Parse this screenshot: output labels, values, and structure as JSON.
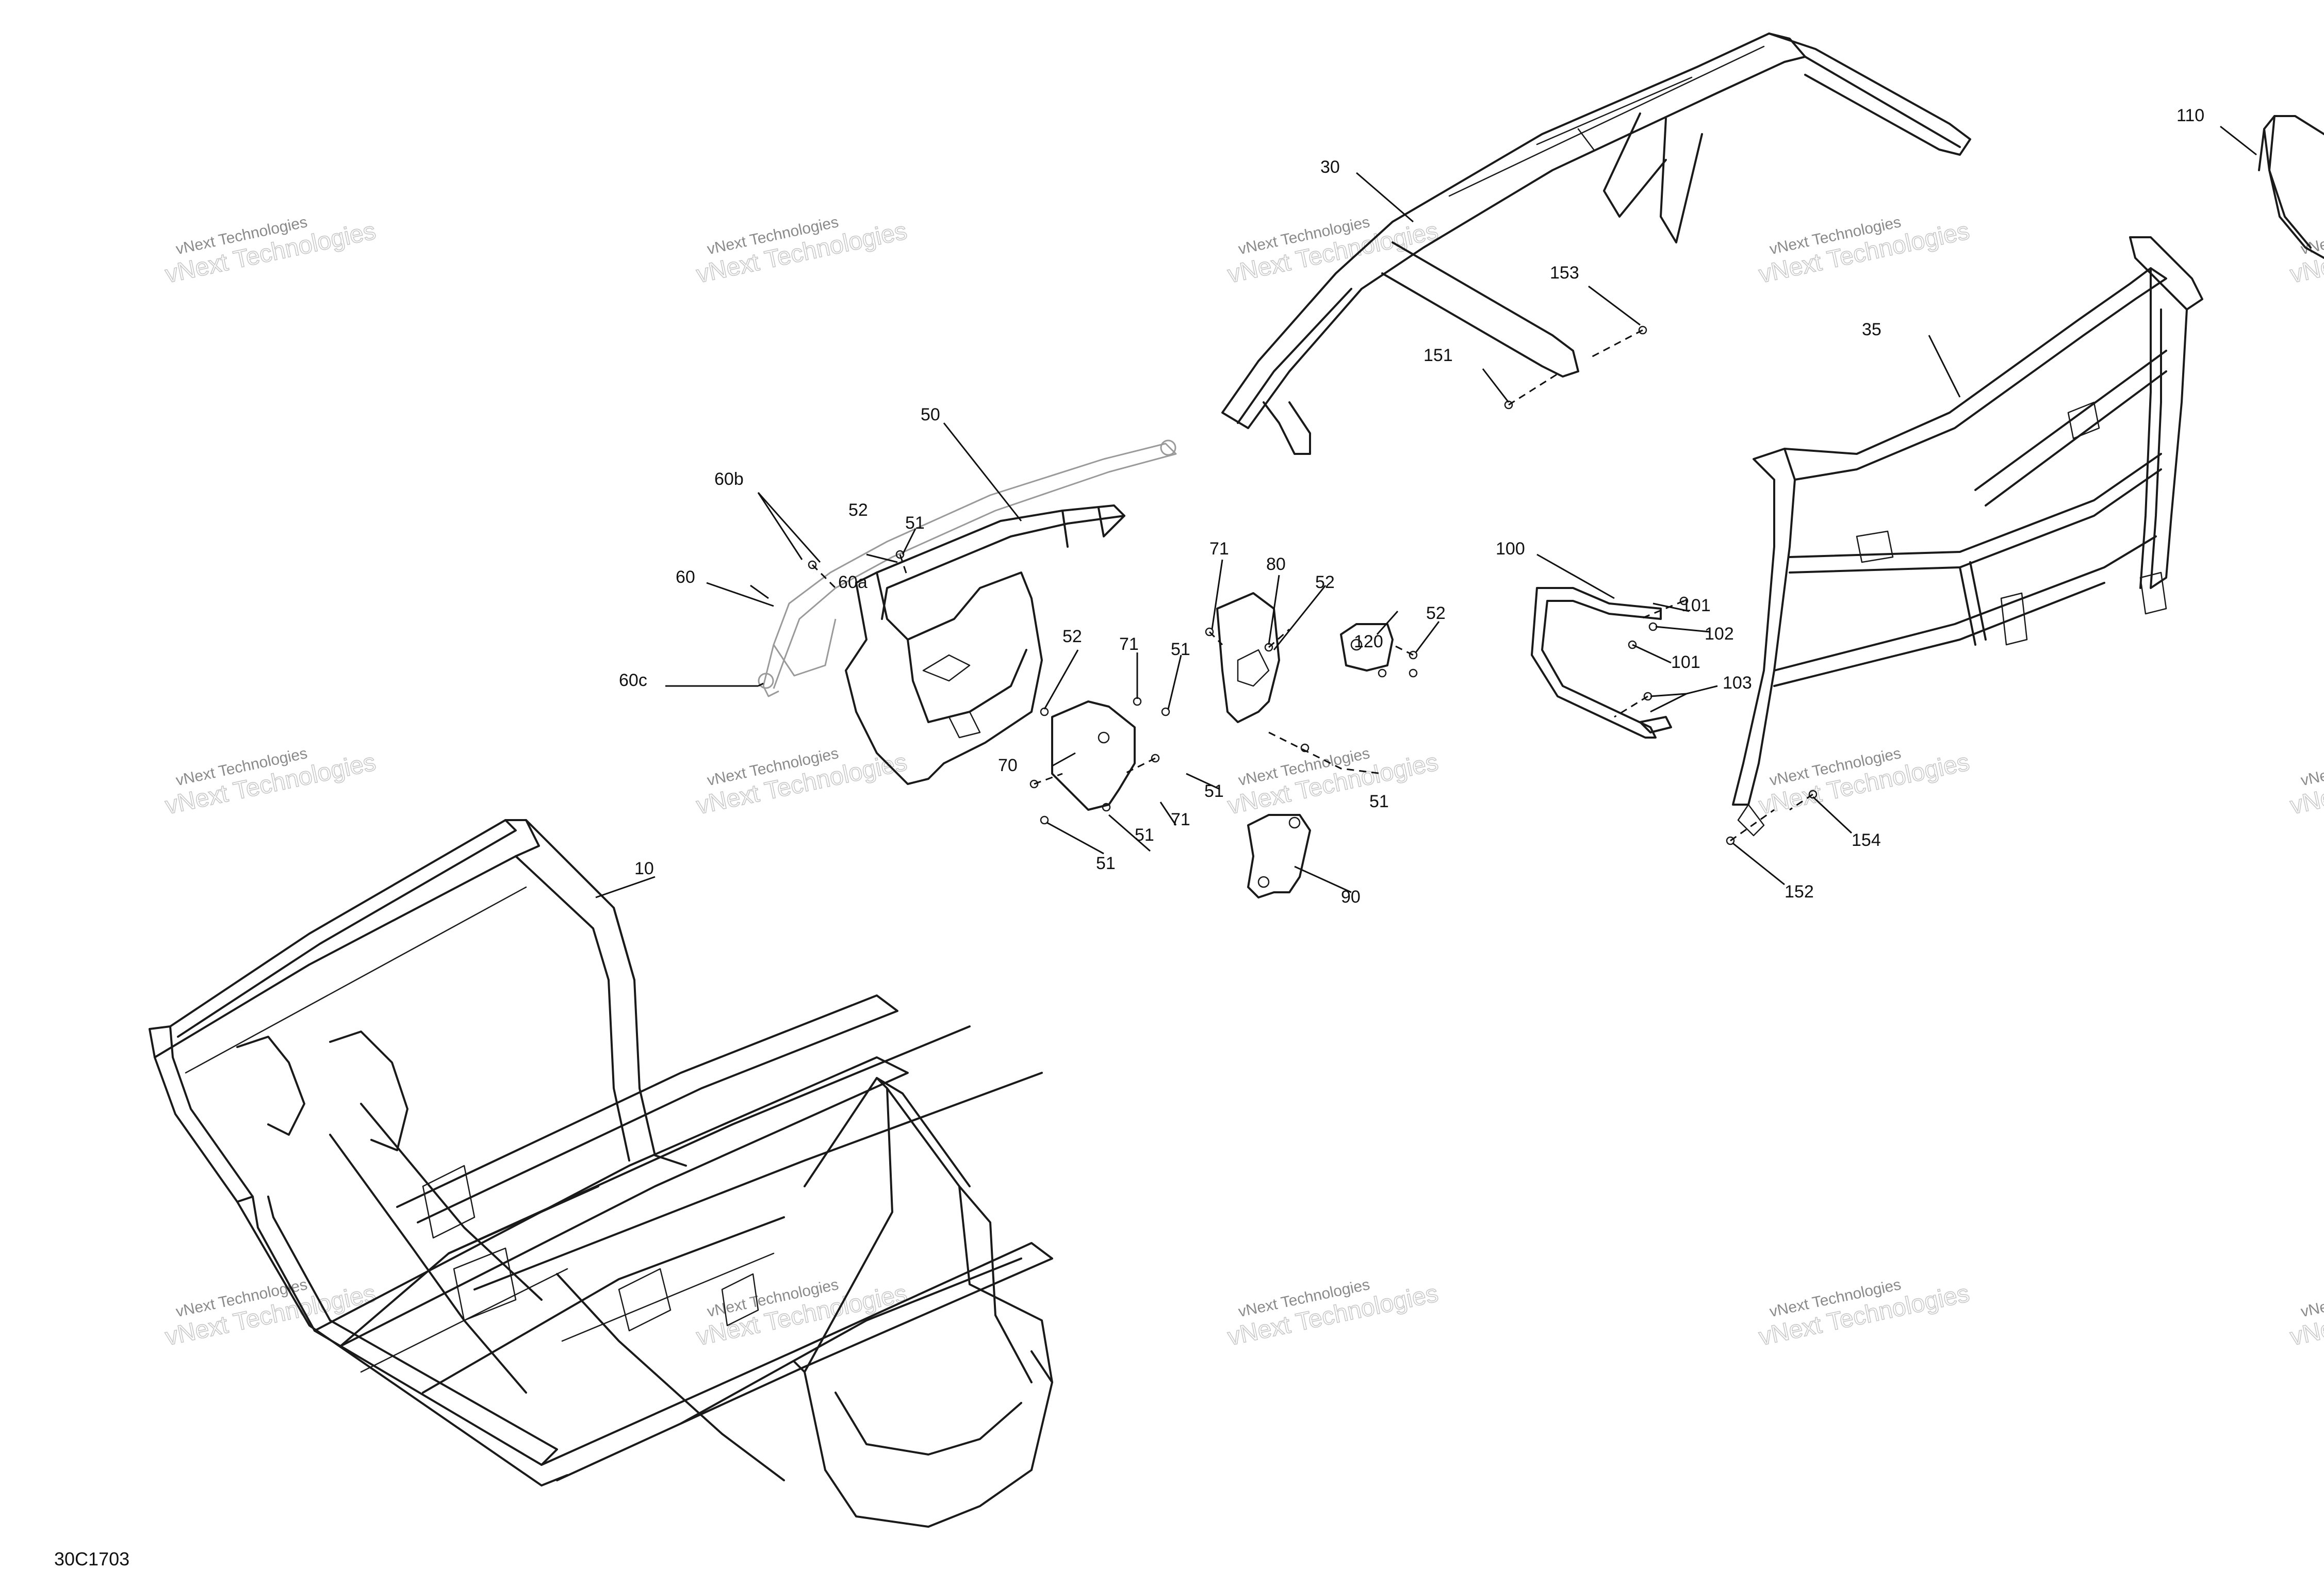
{
  "diagram": {
    "code": "30C1703",
    "callouts": [
      "10",
      "30",
      "35",
      "50",
      "51",
      "52",
      "60",
      "60a",
      "60b",
      "60c",
      "70",
      "71",
      "80",
      "90",
      "100",
      "101",
      "102",
      "103",
      "110",
      "120",
      "151",
      "152",
      "153",
      "154"
    ],
    "watermark": {
      "line1": "vNext Technologies",
      "line2": "vNext Technologies"
    }
  }
}
